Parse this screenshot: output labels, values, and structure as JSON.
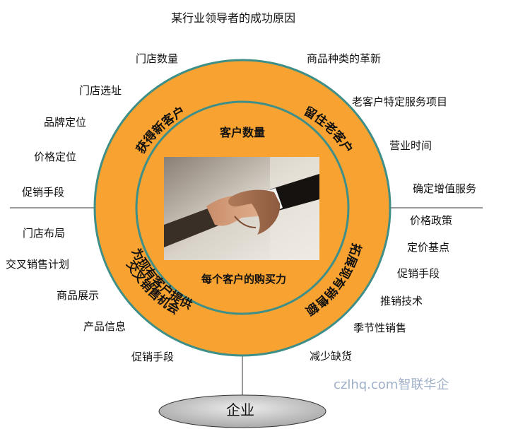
{
  "title": "某行业领导者的成功原因",
  "inner_ring": {
    "top": "客户数量",
    "bottom": "每个客户的购买力"
  },
  "outer_ring": {
    "top_left": "获得新客户",
    "top_right": "留住老客户",
    "bottom_left_line1": "为现有客户提供",
    "bottom_left_line2": "交叉销售机会",
    "bottom_right": "拓展现有销售额"
  },
  "top_left_items": [
    "门店数量",
    "门店选址",
    "品牌定位",
    "价格定位",
    "促销手段"
  ],
  "top_right_items": [
    "商品种类的革新",
    "老客户特定服务项目",
    "营业时间",
    "确定增值服务"
  ],
  "bottom_left_items": [
    "门店布局",
    "交叉销售计划",
    "商品展示",
    "产品信息",
    "促销手段"
  ],
  "bottom_right_items": [
    "价格政策",
    "定价基点",
    "促销手段",
    "推销技术",
    "季节性销售",
    "减少缺货"
  ],
  "base": "企业",
  "watermark": "czlhq.com智联华企",
  "colors": {
    "ring_fill": "#f7a231",
    "ring_stroke": "#3f8f89",
    "base_fill": "#c8c8c8"
  }
}
